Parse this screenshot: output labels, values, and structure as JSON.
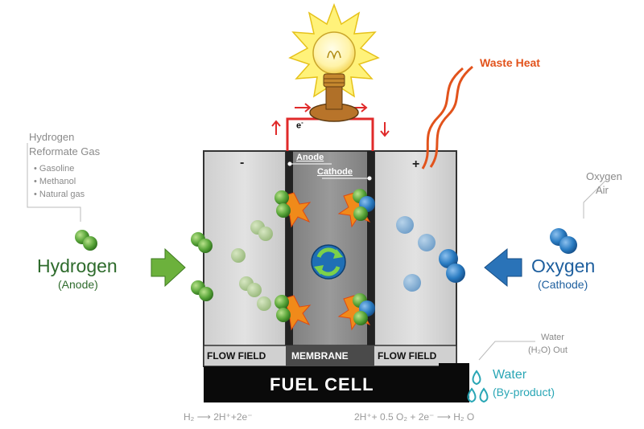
{
  "source": {
    "title_line1": "Hydrogen",
    "title_line2": "Reformate Gas",
    "items": [
      "• Gasoline",
      "• Methanol",
      "• Natural gas"
    ]
  },
  "hydrogen": {
    "label": "Hydrogen",
    "sub": "(Anode)",
    "color": "#2e6b2c"
  },
  "oxygen": {
    "source_line1": "Oxygen",
    "source_line2": "Air",
    "label": "Oxygen",
    "sub": "(Cathode)",
    "color": "#1e5f9e"
  },
  "waste_heat": "Waste Heat",
  "electron": "e",
  "electron_sup": "-",
  "layers": {
    "anode": "Anode",
    "cathode": "Cathode"
  },
  "signs": {
    "negative": "-",
    "positive": "+"
  },
  "panels": {
    "left": "FLOW FIELD",
    "middle": "MEMBRANE",
    "right": "FLOW FIELD"
  },
  "base": "FUEL CELL",
  "water": {
    "out_line1": "Water",
    "out_line2": "(H₂O) Out",
    "label": "Water",
    "sub": "(By-product)",
    "color": "#29a6b5"
  },
  "equations": {
    "anode": "H₂ ⟶ 2H⁺+2e⁻",
    "cathode": "2H⁺+ 0.5 O₂ + 2e⁻ ⟶ H₂ O"
  },
  "colors": {
    "hydrogen_molecule": "#4b9a2c",
    "oxygen_molecule": "#1f6fb5",
    "heat": "#e2531c",
    "circuit": "#e02a2a",
    "flame": "#f08a1a"
  }
}
